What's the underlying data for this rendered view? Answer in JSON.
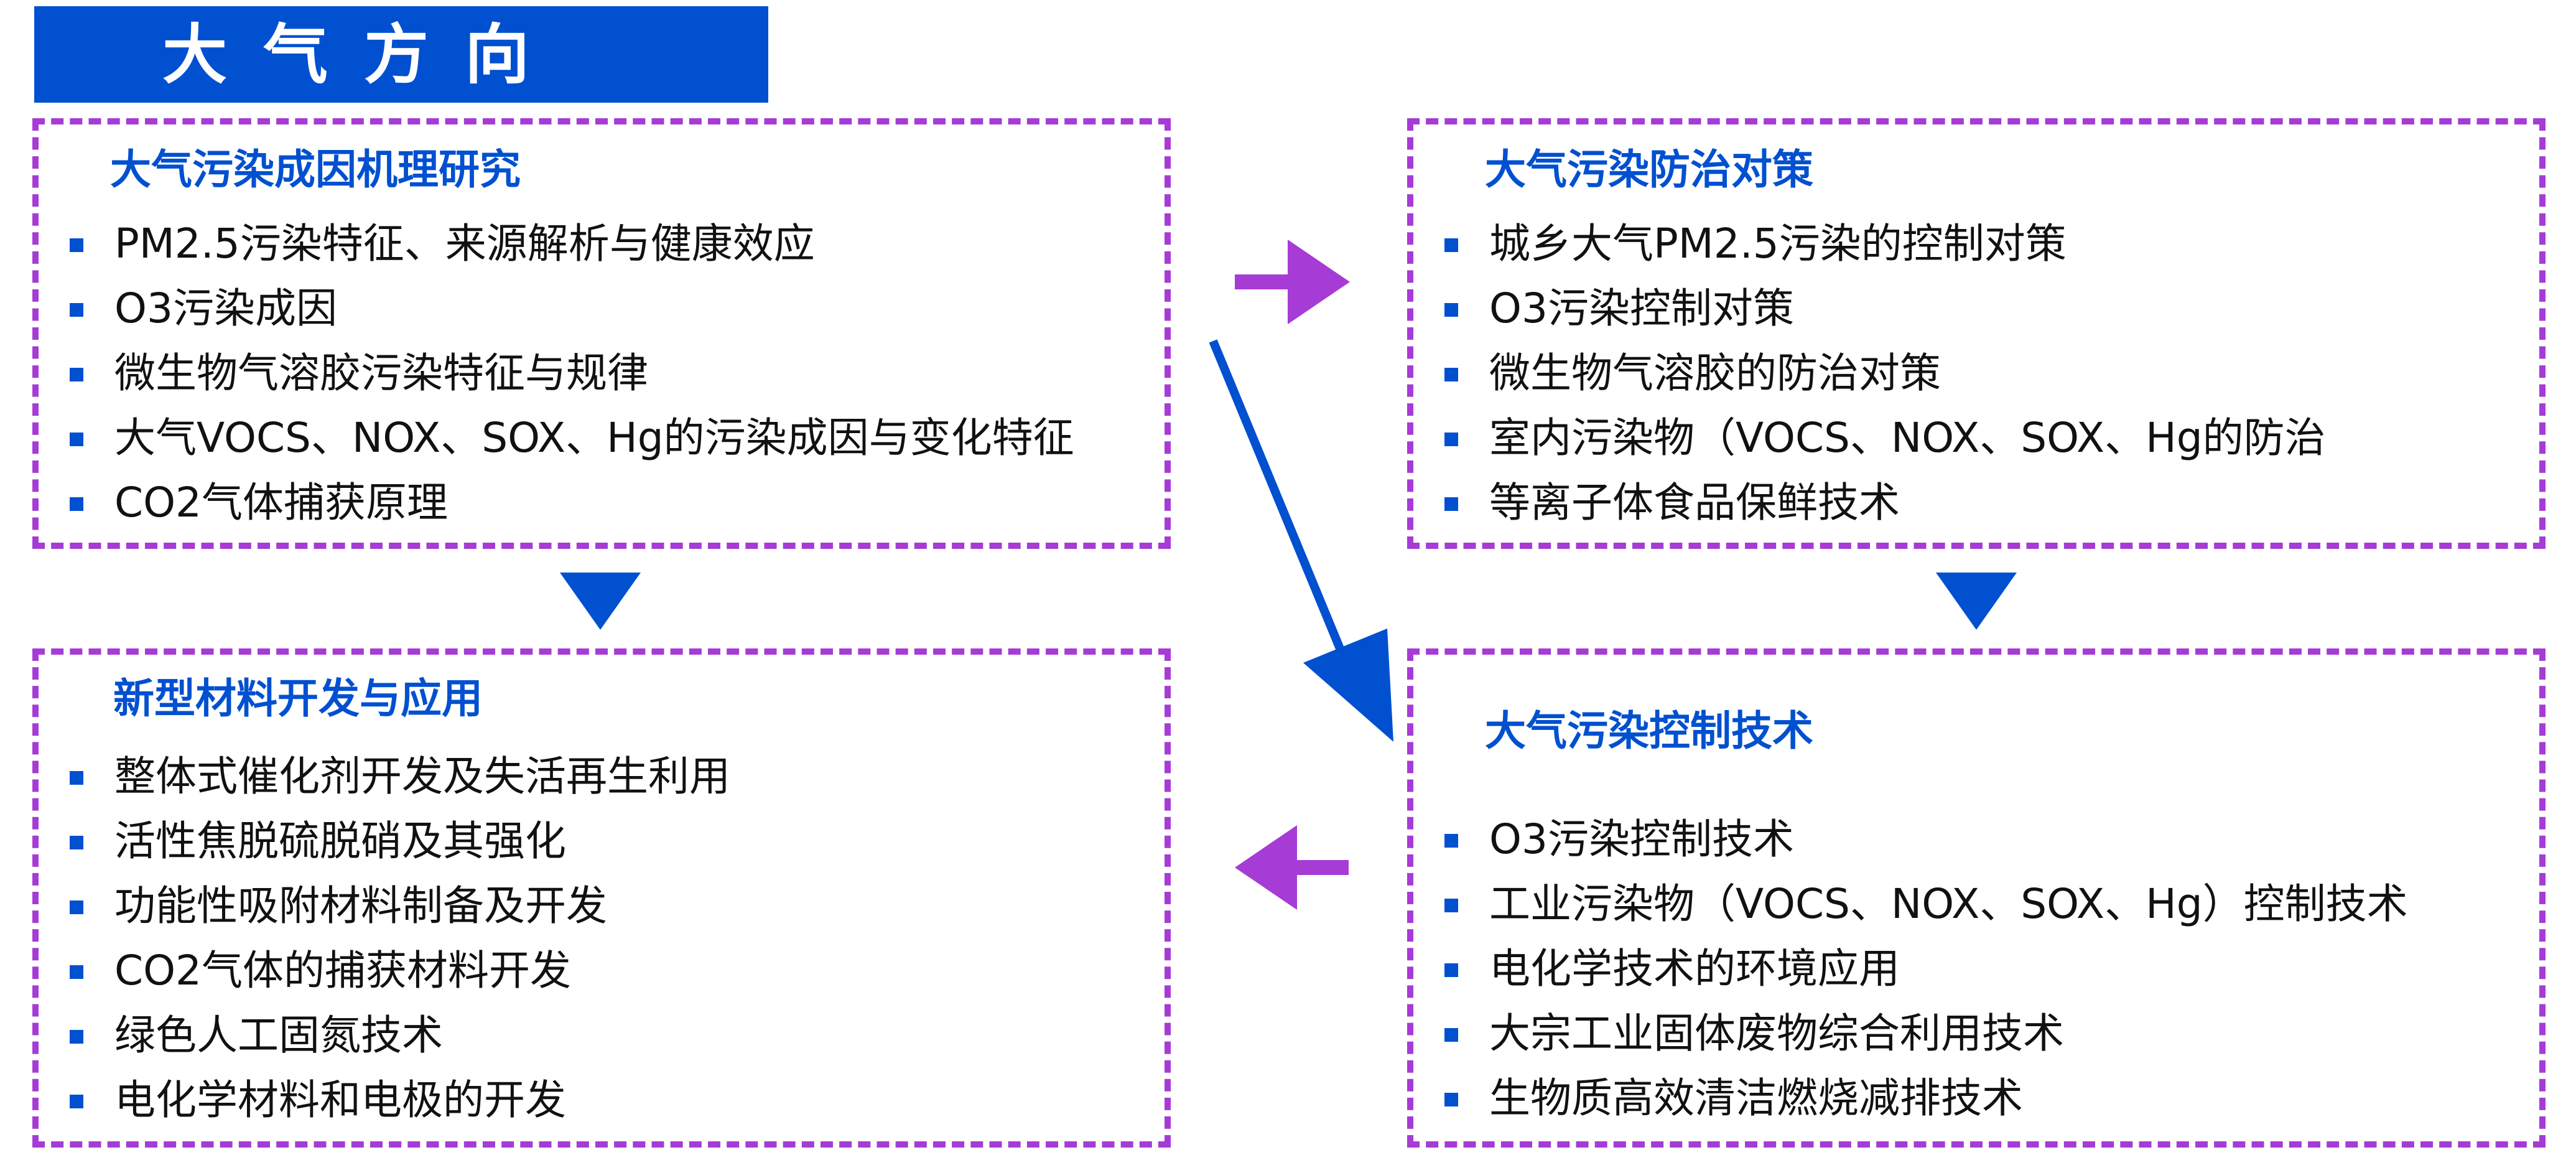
{
  "title": "大气方向",
  "panels": {
    "research": {
      "heading": "大气污染成因机理研究",
      "items": [
        "PM2.5污染特征、来源解析与健康效应",
        "O3污染成因",
        "微生物气溶胶污染特征与规律",
        "大气VOCS、NOX、SOX、Hg的污染成因与变化特征",
        "CO2气体捕获原理"
      ]
    },
    "prevention": {
      "heading": "大气污染防治对策",
      "items": [
        "城乡大气PM2.5污染的控制对策",
        "O3污染控制对策",
        "微生物气溶胶的防治对策",
        "室内污染物（VOCS、NOX、SOX、Hg的防治",
        "等离子体食品保鲜技术"
      ]
    },
    "materials": {
      "heading": "新型材料开发与应用",
      "items": [
        "整体式催化剂开发及失活再生利用",
        "活性焦脱硫脱硝及其强化",
        "功能性吸附材料制备及开发",
        "CO2气体的捕获材料开发",
        "绿色人工固氮技术",
        "电化学材料和电极的开发"
      ]
    },
    "control": {
      "heading": "大气污染控制技术",
      "items": [
        "O3污染控制技术",
        "工业污染物（VOCS、NOX、SOX、Hg）控制技术",
        "电化学技术的环境应用",
        "大宗工业固体废物综合利用技术",
        "生物质高效清洁燃烧减排技术"
      ]
    }
  },
  "colors": {
    "banner": "#0050D0",
    "heading": "#0050D0",
    "bullet": "#0050D0",
    "panel_border": "#A63BD6",
    "arrow_blue": "#0050D0",
    "arrow_purple": "#A63BD6"
  }
}
